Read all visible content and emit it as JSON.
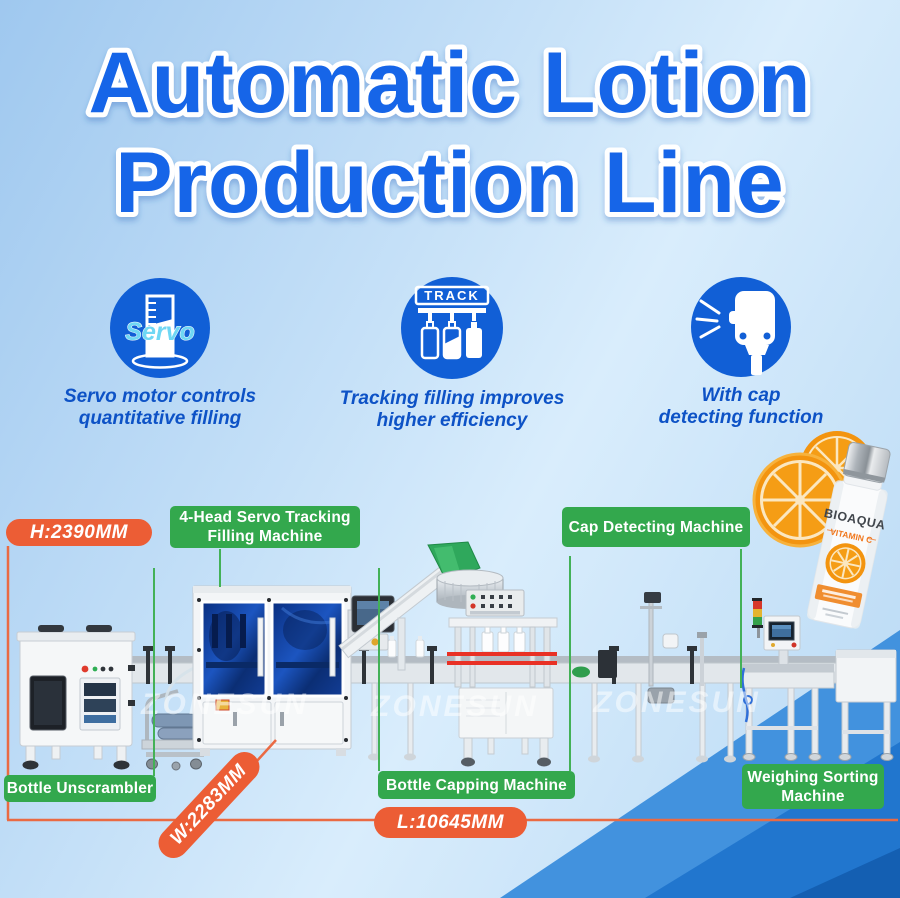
{
  "title": {
    "line1": "Automatic Lotion",
    "line2": "Production Line"
  },
  "features": [
    {
      "icon": "servo-cylinder-icon",
      "badge": "Servo",
      "caption1": "Servo motor controls",
      "caption2": "quantitative filling"
    },
    {
      "icon": "track-filling-icon",
      "badge": "TRACK",
      "caption1": "Tracking filling improves",
      "caption2": "higher efficiency"
    },
    {
      "icon": "cap-sensor-icon",
      "caption1": "With cap",
      "caption2": "detecting function"
    }
  ],
  "machine_labels": {
    "filling1": "4-Head Servo Tracking",
    "filling2": "Filling Machine",
    "cap_detecting": "Cap Detecting Machine",
    "unscrambler": "Bottle Unscrambler",
    "capping": "Bottle Capping Machine",
    "weighing1": "Weighing Sorting",
    "weighing2": "Machine"
  },
  "dimensions": {
    "height": "H:2390MM",
    "width": "W:2283MM",
    "length": "L:10645MM"
  },
  "watermark": "ZONESUN",
  "product": {
    "brand": "BIOAQUA",
    "line": "VITAMIN C"
  },
  "colors": {
    "title_blue": "#1565e8",
    "icon_blue": "#115fd6",
    "label_green": "#33a84d",
    "dim_orange": "#ec5d35",
    "dim_line_green": "#43b157",
    "caption_blue": "#0d52c6"
  }
}
